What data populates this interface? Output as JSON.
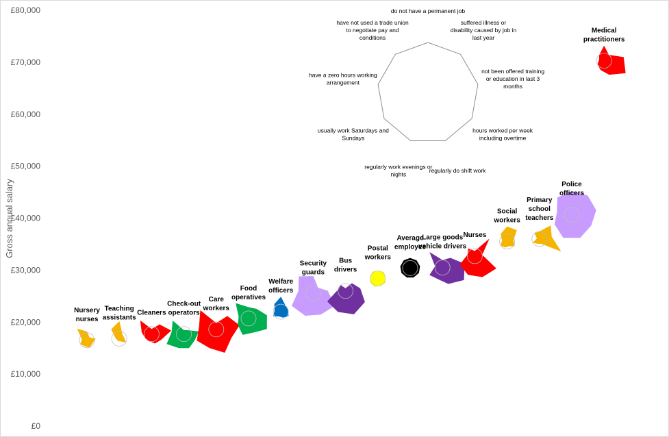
{
  "chart_data": {
    "type": "scatter",
    "title": "",
    "xlabel": "",
    "ylabel": "Gross annual salary",
    "ylim": [
      0,
      80000
    ],
    "y_ticks": [
      "£0",
      "£10,000",
      "£20,000",
      "£30,000",
      "£40,000",
      "£50,000",
      "£60,000",
      "£70,000",
      "£80,000"
    ],
    "y_tick_values": [
      0,
      10000,
      20000,
      30000,
      40000,
      50000,
      60000,
      70000,
      80000
    ],
    "grid": false,
    "legend": "radar key, top-centre",
    "radar_axes": [
      "do not have a permanent job",
      "suffered illness or disability caused by job in last year",
      "not been offered training or education in last 3 months",
      "hours worked per week including overtime",
      "regularly do shift work",
      "regularly work evenings or nights",
      "usually work Saturdays and Sundays",
      "have a zero hours working arrangement",
      "have not used a trade union to negotiate pay and conditions"
    ],
    "points": [
      {
        "label": [
          "Nursery",
          "nurses"
        ],
        "y": 16500,
        "color": "#f4b400",
        "radar": [
          0.35,
          0.15,
          0.35,
          0.25,
          0.3,
          0.25,
          0.3,
          0.2,
          0.6
        ]
      },
      {
        "label": [
          "Teaching",
          "assistants"
        ],
        "y": 16800,
        "color": "#f4b400",
        "radar": [
          0.7,
          0.2,
          0.2,
          0.3,
          0.1,
          0.1,
          0.1,
          0.15,
          0.5
        ]
      },
      {
        "label": [
          "Cleaners"
        ],
        "y": 17700,
        "color": "#ff0000",
        "radar": [
          0.2,
          0.5,
          0.8,
          0.45,
          0.4,
          0.3,
          0.3,
          0.4,
          0.7
        ]
      },
      {
        "label": [
          "Check-out",
          "operators"
        ],
        "y": 17700,
        "color": "#00b050",
        "radar": [
          0.15,
          0.2,
          0.6,
          0.5,
          0.6,
          0.6,
          0.8,
          0.5,
          0.7
        ]
      },
      {
        "label": [
          "Care",
          "workers"
        ],
        "y": 18600,
        "color": "#ff0000",
        "radar": [
          0.25,
          0.7,
          0.95,
          0.7,
          1.0,
          0.8,
          0.9,
          0.7,
          1.0
        ]
      },
      {
        "label": [
          "Food",
          "operatives"
        ],
        "y": 20700,
        "color": "#00b050",
        "radar": [
          0.45,
          0.5,
          0.75,
          0.85,
          0.6,
          0.7,
          0.5,
          0.4,
          0.8
        ]
      },
      {
        "label": [
          "Welfare",
          "officers"
        ],
        "y": 22000,
        "color": "#0070c0",
        "radar": [
          0.6,
          0.3,
          0.3,
          0.35,
          0.25,
          0.2,
          0.35,
          0.25,
          0.4
        ]
      },
      {
        "label": [
          "Security",
          "guards"
        ],
        "y": 25500,
        "color": "#c89bff",
        "radar": [
          0.7,
          0.3,
          0.6,
          1.0,
          0.9,
          0.95,
          1.0,
          0.6,
          0.9
        ]
      },
      {
        "label": [
          "Bus",
          "drivers"
        ],
        "y": 26000,
        "color": "#7030a0",
        "radar": [
          0.1,
          0.4,
          0.6,
          0.9,
          1.0,
          0.9,
          0.85,
          0.3,
          0.3
        ]
      },
      {
        "label": [
          "Postal",
          "workers"
        ],
        "y": 28400,
        "color": "#ffff00",
        "radar": [
          0.3,
          0.35,
          0.3,
          0.35,
          0.3,
          0.35,
          0.35,
          0.3,
          0.35
        ]
      },
      {
        "label": [
          "Average",
          "employee"
        ],
        "y": 30400,
        "color": "#000000",
        "radar": [
          0.4,
          0.4,
          0.4,
          0.4,
          0.4,
          0.4,
          0.4,
          0.4,
          0.4
        ]
      },
      {
        "label": [
          "Large goods",
          "vehicle drivers"
        ],
        "y": 30500,
        "color": "#7030a0",
        "radar": [
          0.3,
          0.5,
          0.9,
          1.0,
          0.7,
          0.5,
          0.6,
          0.3,
          0.8
        ]
      },
      {
        "label": [
          "Nurses"
        ],
        "y": 32700,
        "color": "#ff0000",
        "radar": [
          0.2,
          0.9,
          0.3,
          1.0,
          0.9,
          0.8,
          0.7,
          0.3,
          0.4
        ]
      },
      {
        "label": [
          "Social",
          "workers"
        ],
        "y": 35500,
        "color": "#f4b400",
        "radar": [
          0.6,
          0.6,
          0.25,
          0.35,
          0.2,
          0.25,
          0.3,
          0.2,
          0.4
        ]
      },
      {
        "label": [
          "Primary",
          "school",
          "teachers"
        ],
        "y": 36000,
        "color": "#f4b400",
        "radar": [
          0.3,
          0.7,
          0.5,
          1.0,
          0.2,
          0.2,
          0.3,
          0.1,
          0.3
        ]
      },
      {
        "label": [
          "Police",
          "officers"
        ],
        "y": 40700,
        "color": "#c89bff",
        "radar": [
          0.95,
          1.0,
          1.0,
          0.9,
          1.0,
          1.0,
          0.8,
          0.6,
          0.9
        ]
      },
      {
        "label": [
          "Medical",
          "practitioners"
        ],
        "y": 70300,
        "color": "#ff0000",
        "radar": [
          0.6,
          0.3,
          0.8,
          1.0,
          0.6,
          0.4,
          0.3,
          0.2,
          0.3
        ]
      }
    ]
  }
}
